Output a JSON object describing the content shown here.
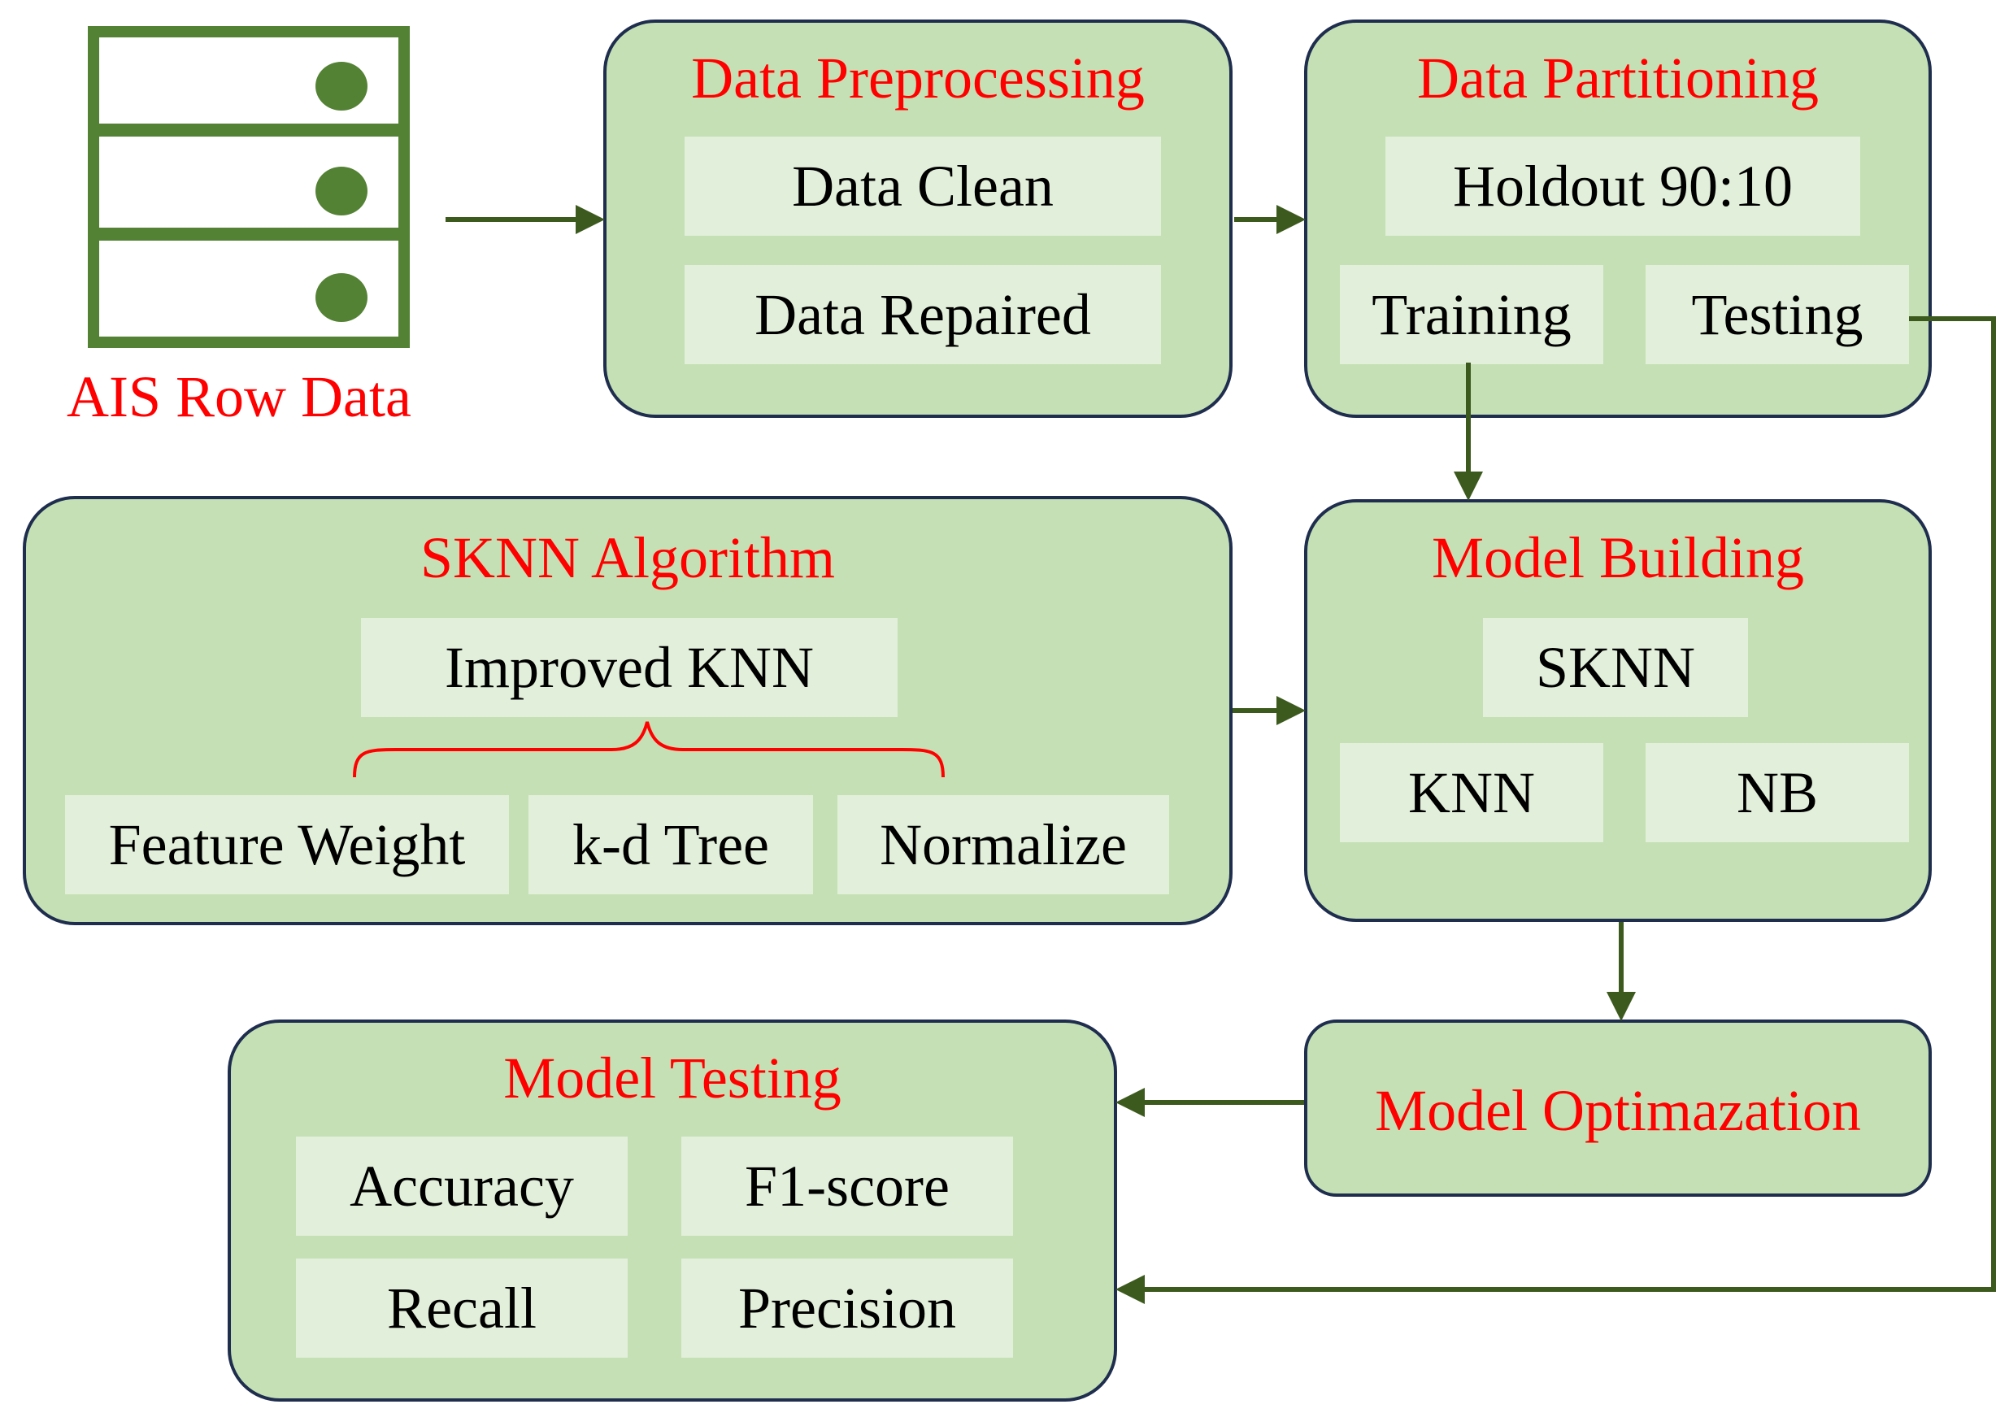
{
  "source": {
    "label": "AIS Row Data",
    "icon": "database-server-icon"
  },
  "preprocessing": {
    "title": "Data Preprocessing",
    "items": [
      "Data Clean",
      "Data Repaired"
    ]
  },
  "partitioning": {
    "title": "Data Partitioning",
    "split": "Holdout 90:10",
    "training": "Training",
    "testing": "Testing"
  },
  "sknn": {
    "title": "SKNN Algorithm",
    "core": "Improved KNN",
    "components": [
      "Feature Weight",
      "k-d Tree",
      "Normalize"
    ]
  },
  "building": {
    "title": "Model Building",
    "models": [
      "SKNN",
      "KNN",
      "NB"
    ]
  },
  "optimization": {
    "title": "Model Optimazation"
  },
  "testing": {
    "title": "Model Testing",
    "metrics": [
      "Accuracy",
      "F1-score",
      "Recall",
      "Precision"
    ]
  },
  "colors": {
    "panel_fill": "#c5e0b4",
    "chip_fill": "#e2efda",
    "panel_border": "#1f2d4e",
    "arrow": "#3d5a1e",
    "title": "#ff0000",
    "icon": "#548235"
  }
}
